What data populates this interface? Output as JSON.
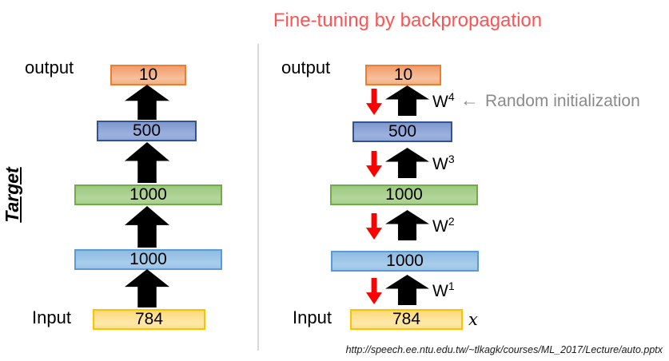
{
  "title": "Fine-tuning by backpropagation",
  "annotation": {
    "arrow": "←",
    "text": "Random initialization"
  },
  "footer_url": "http://speech.ee.ntu.edu.tw/~tlkagk/courses/ML_2017/Lecture/auto.pptx",
  "left_diagram": {
    "target_label": "Target",
    "output_label": "output",
    "input_label": "Input",
    "layers": [
      {
        "value": "10",
        "color_name": "orange"
      },
      {
        "value": "500",
        "color_name": "blue"
      },
      {
        "value": "1000",
        "color_name": "green"
      },
      {
        "value": "1000",
        "color_name": "light-blue"
      },
      {
        "value": "784",
        "color_name": "yellow"
      }
    ]
  },
  "right_diagram": {
    "output_label": "output",
    "input_label": "Input",
    "x_label": "x",
    "layers": [
      {
        "value": "10",
        "color_name": "orange"
      },
      {
        "value": "500",
        "color_name": "blue"
      },
      {
        "value": "1000",
        "color_name": "green"
      },
      {
        "value": "1000",
        "color_name": "light-blue"
      },
      {
        "value": "784",
        "color_name": "yellow"
      }
    ],
    "weights": [
      {
        "base": "W",
        "sup": "4"
      },
      {
        "base": "W",
        "sup": "3"
      },
      {
        "base": "W",
        "sup": "2"
      },
      {
        "base": "W",
        "sup": "1"
      }
    ]
  },
  "colors": {
    "title": "#FB5454",
    "divider": "#D9D9D9",
    "annotation_text": "#8A8A8A",
    "red_arrow": "#FF0000",
    "black_arrow": "#000000",
    "orange_fill": "#F4AE7E",
    "orange_border": "#ED7D31",
    "blue_fill": "#8FA8D8",
    "blue_border": "#31538F",
    "green_fill": "#A8CF8D",
    "green_border": "#70AD47",
    "light_blue_fill": "#9CC2E5",
    "light_blue_border": "#5B9BD5",
    "yellow_fill": "#FFDF8E",
    "yellow_border": "#FFC000"
  }
}
